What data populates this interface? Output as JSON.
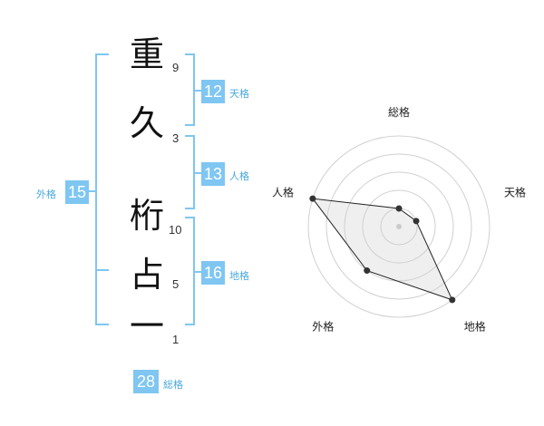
{
  "characters": [
    {
      "char": "重",
      "strokes": "9"
    },
    {
      "char": "久",
      "strokes": "3"
    },
    {
      "char": "桁",
      "strokes": "10"
    },
    {
      "char": "占",
      "strokes": "5"
    },
    {
      "char": "一",
      "strokes": "1"
    }
  ],
  "kaku": {
    "tenkaku": {
      "value": "12",
      "label": "天格"
    },
    "jinkaku": {
      "value": "13",
      "label": "人格"
    },
    "chikaku": {
      "value": "16",
      "label": "地格"
    },
    "gaikaku": {
      "value": "15",
      "label": "外格"
    },
    "soukaku": {
      "value": "28",
      "label": "総格"
    }
  },
  "colors": {
    "accent": "#7fc6f2",
    "bracket": "#7fc6f2",
    "label": "#4aa8de"
  },
  "chart_data": {
    "type": "radar",
    "axes": [
      "総格",
      "天格",
      "地格",
      "外格",
      "人格"
    ],
    "values": [
      0.2,
      0.2,
      1.0,
      0.6,
      1.0
    ],
    "rings": 5,
    "range": [
      0,
      1
    ]
  }
}
